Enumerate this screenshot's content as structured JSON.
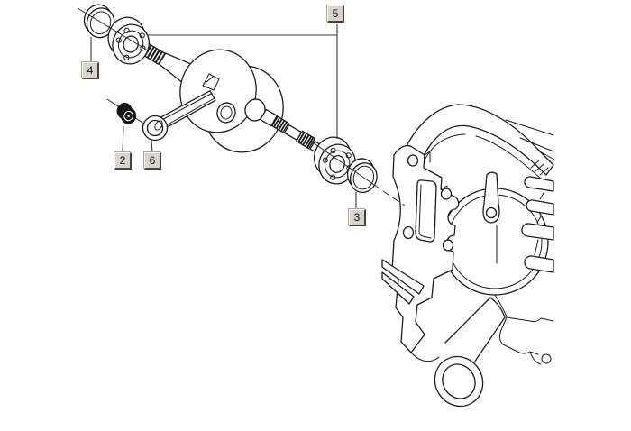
{
  "diagram": {
    "kind": "exploded-parts-diagram",
    "background_color": "#ffffff",
    "line_color": "#1c1c1c",
    "callout_style": {
      "bg": "#d8d4cb",
      "shadow": "#45433e",
      "highlight": "#fbfaf6",
      "text_color": "#101010"
    },
    "callouts": {
      "c2": {
        "number": "2",
        "points_to": "pin-nut"
      },
      "c3": {
        "number": "3",
        "points_to": "seal-ring-right"
      },
      "c4": {
        "number": "4",
        "points_to": "seal-ring-left"
      },
      "c5": {
        "number": "5",
        "points_to": "ball-bearing-pair"
      },
      "c6": {
        "number": "6",
        "points_to": "connecting-rod-small-end"
      }
    },
    "parts": [
      "seal-ring-left",
      "ball-bearing-left",
      "crankshaft-with-connecting-rod",
      "pin-nut",
      "connecting-rod-small-end",
      "ball-bearing-right",
      "seal-ring-right",
      "crankcase-half"
    ]
  }
}
